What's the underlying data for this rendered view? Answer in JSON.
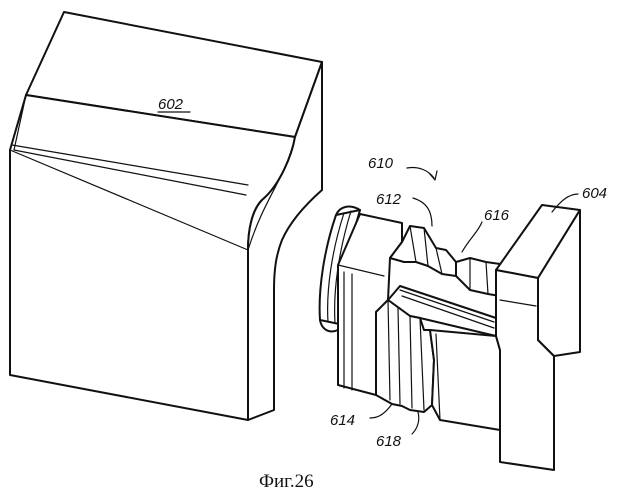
{
  "labels": {
    "block_602": "602",
    "assembly_610": "610",
    "part_612": "612",
    "part_616": "616",
    "part_604": "604",
    "part_614": "614",
    "part_618": "618"
  },
  "caption": "Фиг.26"
}
